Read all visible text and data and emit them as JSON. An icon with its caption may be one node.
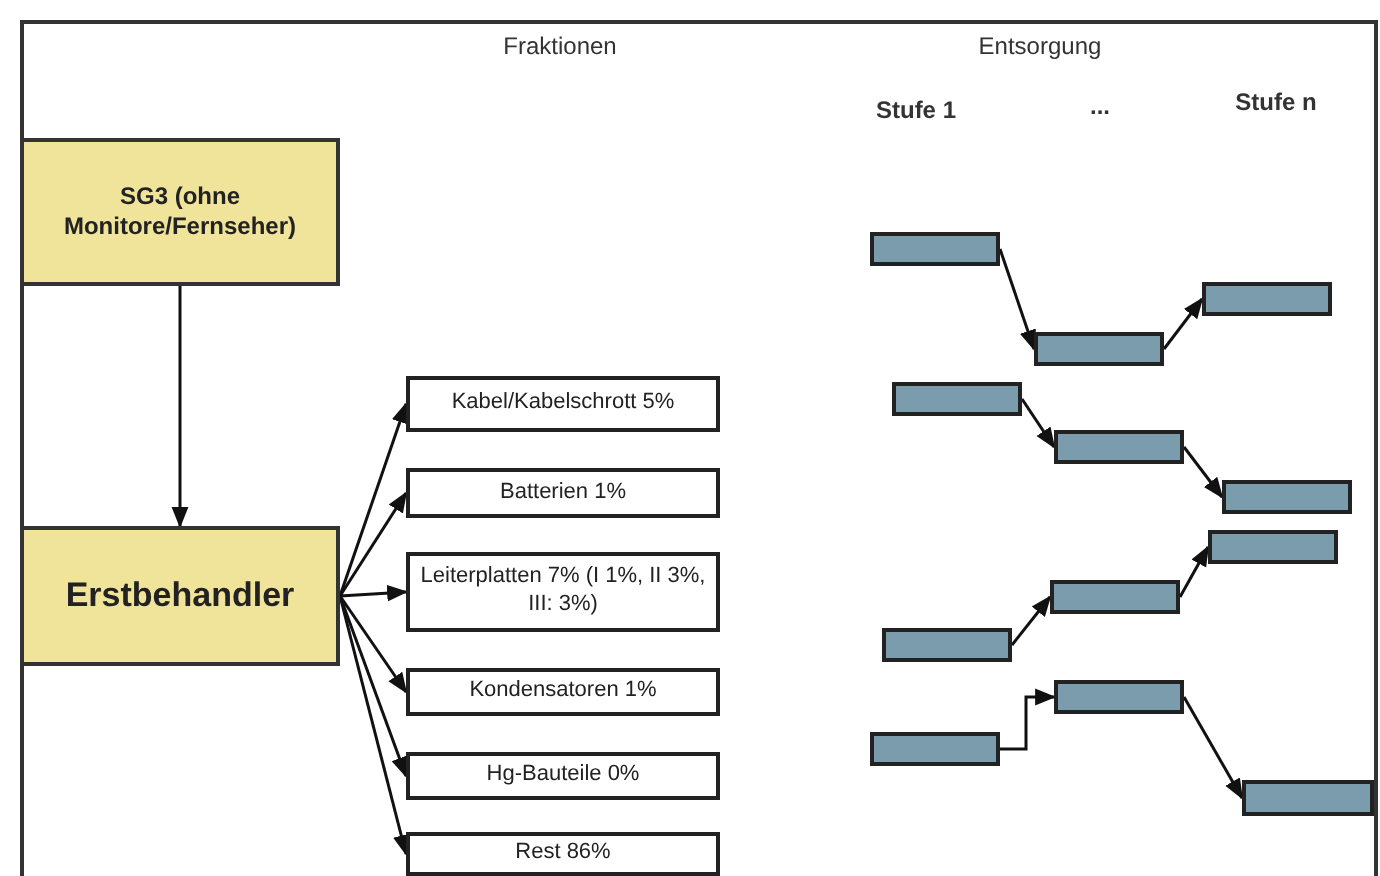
{
  "diagram": {
    "nodes": [
      {
        "text": [
          "SG3 (ohne Monitore/Fernseher)"
        ]
      },
      {
        "text": [
          "Erstbehandler"
        ]
      },
      {
        "text": [
          "Kabel/Kabelschrott  5%"
        ]
      },
      {
        "text": [
          "Batterien 1%"
        ]
      },
      {
        "text": [
          "Leiterplatten 7% (I 1%, II 3%, III: 3%)"
        ]
      },
      {
        "text": [
          "Kondensatoren 1%"
        ]
      },
      {
        "text": [
          "Hg-Bauteile 0%"
        ]
      },
      {
        "text": [
          "Rest 86%"
        ]
      },
      {
        "text": [],
        "shape": "box"
      },
      {
        "text": [],
        "shape": "box"
      },
      {
        "text": [],
        "shape": "box"
      },
      {
        "text": [],
        "shape": "box"
      },
      {
        "text": [],
        "shape": "box"
      },
      {
        "text": [],
        "shape": "box"
      },
      {
        "text": [],
        "shape": "box"
      },
      {
        "text": [],
        "shape": "box"
      },
      {
        "text": [],
        "shape": "box"
      },
      {
        "text": [],
        "shape": "box"
      },
      {
        "text": [],
        "shape": "box"
      },
      {
        "text": [],
        "shape": "box"
      }
    ],
    "edges": [
      {
        "from": 0,
        "to": 1,
        "arrow": "to"
      },
      {
        "from": 1,
        "to": 2,
        "arrow": "to"
      },
      {
        "from": 1,
        "to": 3,
        "arrow": "to"
      },
      {
        "from": 1,
        "to": 4,
        "arrow": "to"
      },
      {
        "from": 1,
        "to": 5,
        "arrow": "to"
      },
      {
        "from": 1,
        "to": 6,
        "arrow": "to"
      },
      {
        "from": 1,
        "to": 7,
        "arrow": "to"
      },
      {
        "from": 8,
        "to": 9,
        "arrow": "to"
      },
      {
        "from": 9,
        "to": 10,
        "arrow": "to"
      },
      {
        "from": 11,
        "to": 12,
        "arrow": "to"
      },
      {
        "from": 12,
        "to": 13,
        "arrow": "to"
      },
      {
        "from": 16,
        "to": 15,
        "arrow": "to"
      },
      {
        "from": 15,
        "to": 14,
        "arrow": "to"
      },
      {
        "from": 18,
        "to": 17,
        "arrow": "to"
      },
      {
        "from": 17,
        "to": 19,
        "arrow": "to"
      }
    ],
    "labels": [
      "Fraktionen",
      "Entsorgung",
      "Stufe 1",
      "...",
      "Stufe n"
    ]
  }
}
